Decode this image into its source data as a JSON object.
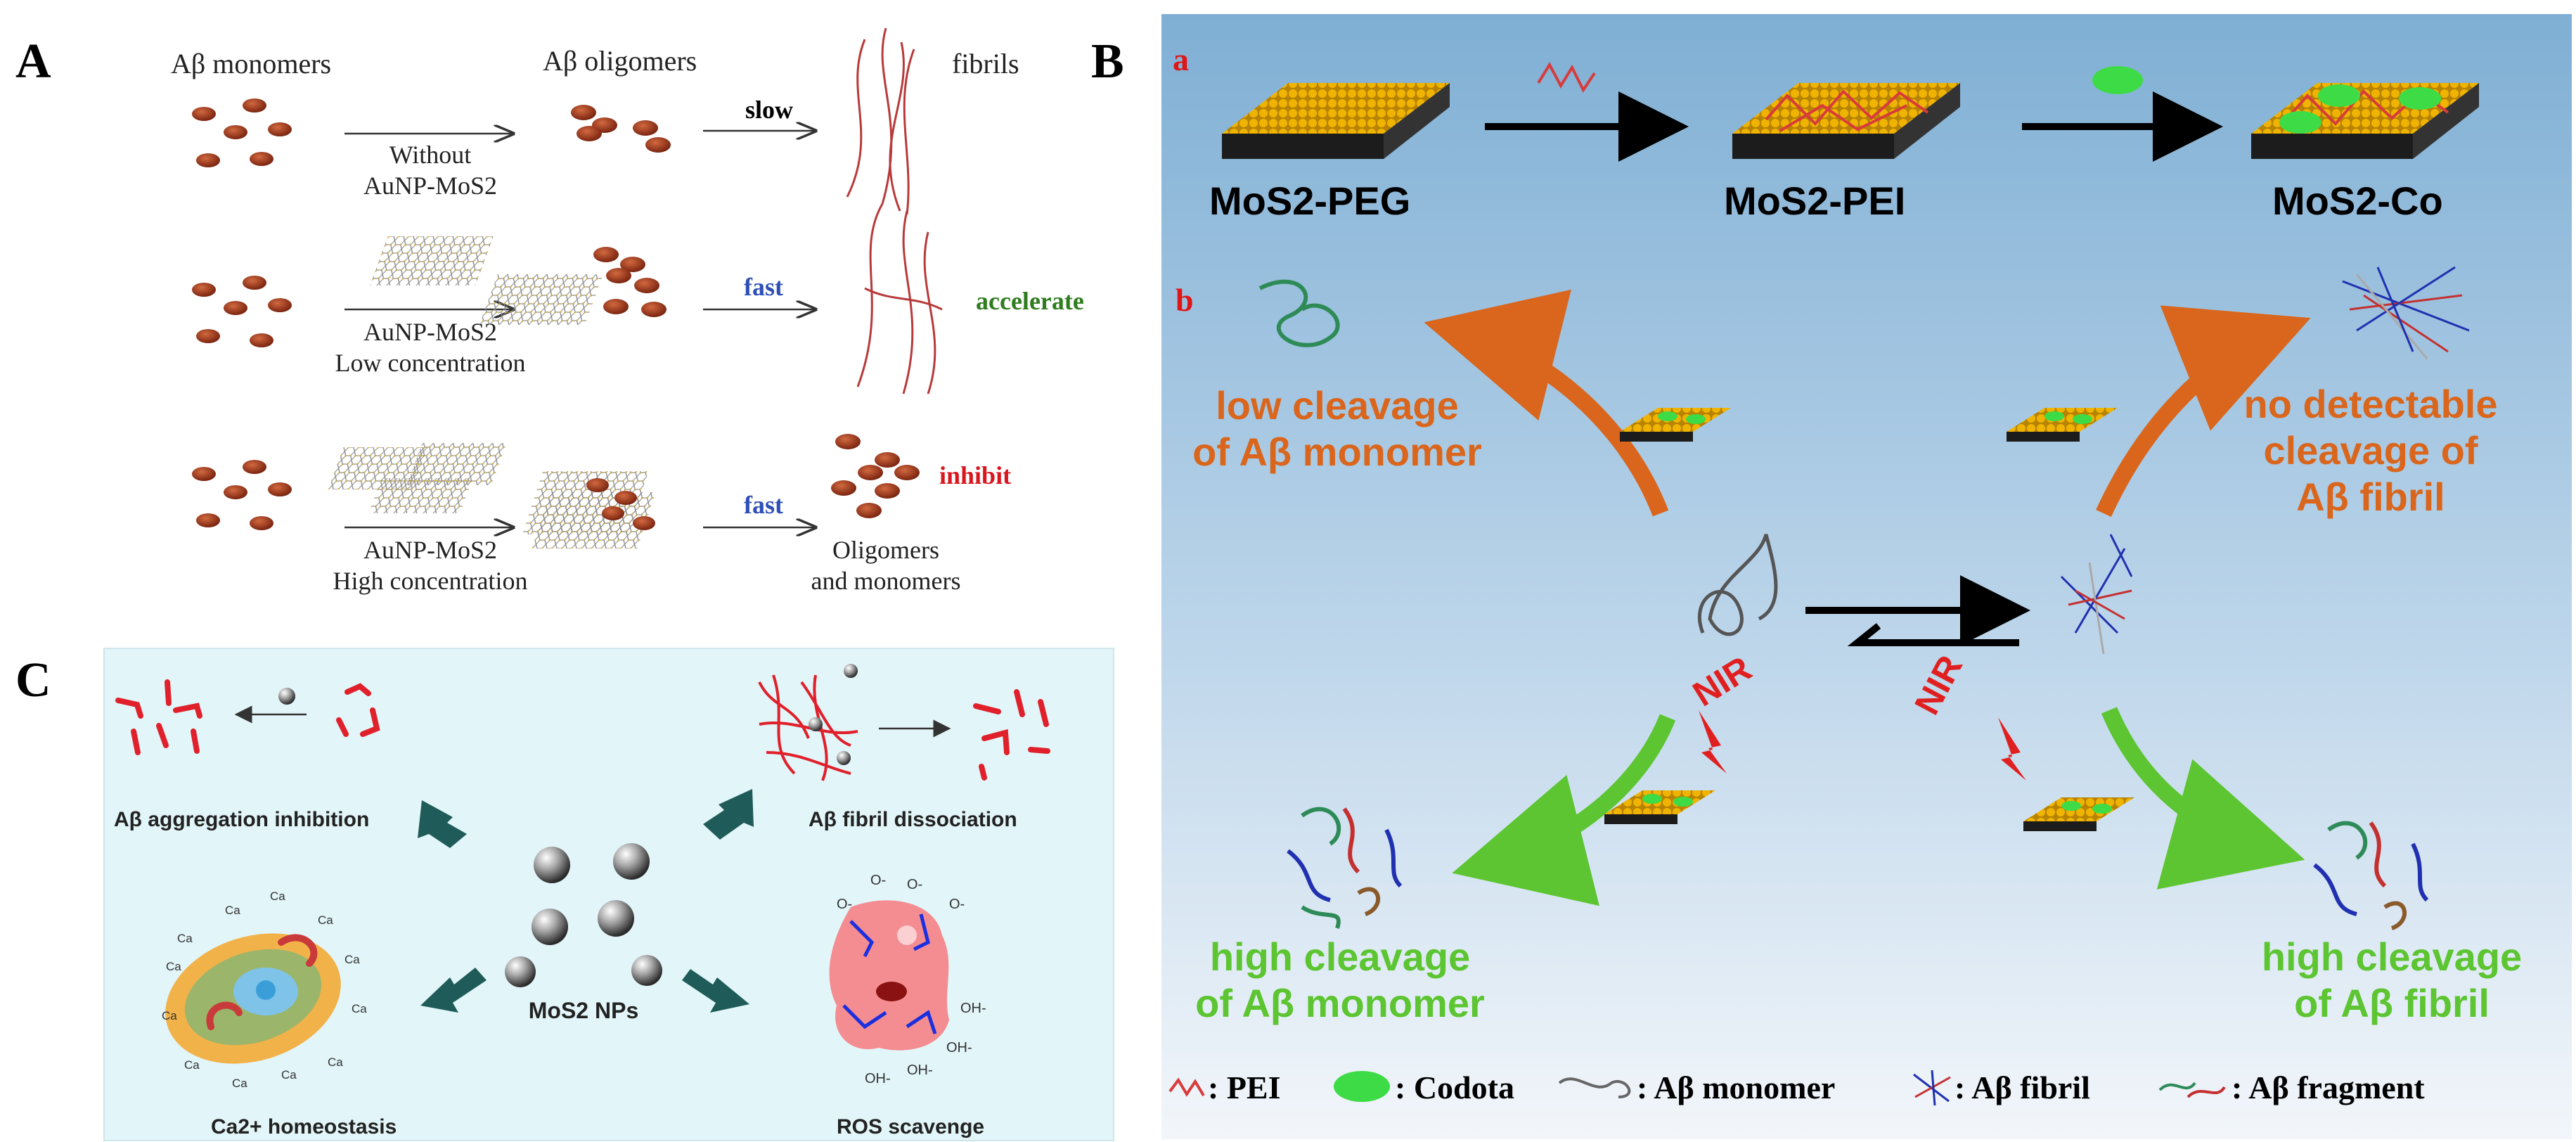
{
  "panel_A": {
    "label": "A",
    "headers": {
      "monomers": "Aβ monomers",
      "oligomers": "Aβ oligomers",
      "fibrils": "fibrils"
    },
    "rows": [
      {
        "cond_line1": "Without",
        "cond_line2": "AuNP-MoS2",
        "speed": "slow",
        "outcome": ""
      },
      {
        "cond_line1": "AuNP-MoS2",
        "cond_line2": "Low concentration",
        "speed": "fast",
        "outcome": "accelerate"
      },
      {
        "cond_line1": "AuNP-MoS2",
        "cond_line2": "High concentration",
        "speed": "fast",
        "outcome": "inhibit",
        "result_line1": "Oligomers",
        "result_line2": "and monomers"
      }
    ],
    "colors": {
      "slow": "#000000",
      "fast": "#2e4fb8",
      "accelerate": "#2f7d1e",
      "inhibit": "#d8171f",
      "particle": "#8b2a14",
      "fibril": "#b83a3a"
    }
  },
  "panel_B": {
    "label": "B",
    "sub_a": "a",
    "sub_b": "b",
    "materials": [
      "MoS2-PEG",
      "MoS2-PEI",
      "MoS2-Co"
    ],
    "cycle": {
      "top_left": [
        "low cleavage",
        "of Aβ monomer"
      ],
      "top_right": [
        "no detectable",
        "cleavage of",
        "Aβ fibril"
      ],
      "bottom_left": [
        "high cleavage",
        "of Aβ monomer"
      ],
      "bottom_right": [
        "high cleavage",
        "of Aβ fibril"
      ],
      "nir_left": "NIR",
      "nir_right": "NIR"
    },
    "legend": [
      ": PEI",
      ": Codota",
      ": Aβ monomer",
      ": Aβ fibril",
      ": Aβ fragment"
    ],
    "colors": {
      "orange": "#d9661c",
      "green": "#5cc531",
      "gold": "#e0a100",
      "nir": "#e02020",
      "codota": "#3ddc46",
      "sky_top": "#7fafd4",
      "sky_bottom": "#f2f6fa"
    }
  },
  "panel_C": {
    "label": "C",
    "items": [
      "Aβ aggregation inhibition",
      "Aβ fibril dissociation",
      "Ca2+ homeostasis",
      "ROS scavenge"
    ],
    "center": "MoS2 NPs",
    "ca_label": "Ca",
    "radical_label": "O-",
    "hydroxyl_label": "OH-",
    "colors": {
      "background": "#e2f5f9",
      "arrow": "#1f5b58",
      "fibril": "#e0202a"
    }
  }
}
